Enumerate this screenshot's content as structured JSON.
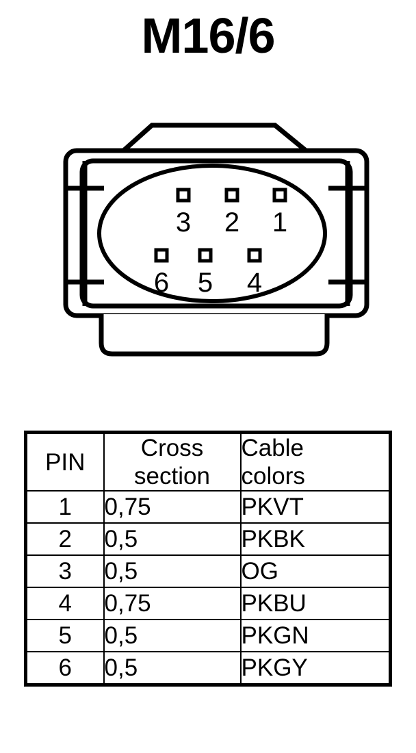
{
  "title": "M16/6",
  "connector": {
    "shape_name": "oval-flat-6-pin-connector",
    "pin_count": 6,
    "top_row_labels": [
      "3",
      "2",
      "1"
    ],
    "bottom_row_labels": [
      "6",
      "5",
      "4"
    ],
    "line_color": "#000000",
    "fill_color": "#ffffff"
  },
  "table": {
    "headers": {
      "pin": "PIN",
      "cross_line1": "Cross",
      "cross_line2": "section",
      "colors_line1": "Cable",
      "colors_line2": "colors"
    },
    "rows": [
      {
        "pin": "1",
        "cross_section": "0,75",
        "cable_colors": "PKVT"
      },
      {
        "pin": "2",
        "cross_section": "0,5",
        "cable_colors": "PKBK"
      },
      {
        "pin": "3",
        "cross_section": "0,5",
        "cable_colors": "OG"
      },
      {
        "pin": "4",
        "cross_section": "0,75",
        "cable_colors": "PKBU"
      },
      {
        "pin": "5",
        "cross_section": "0,5",
        "cable_colors": "PKGN"
      },
      {
        "pin": "6",
        "cross_section": "0,5",
        "cable_colors": "PKGY"
      }
    ]
  }
}
